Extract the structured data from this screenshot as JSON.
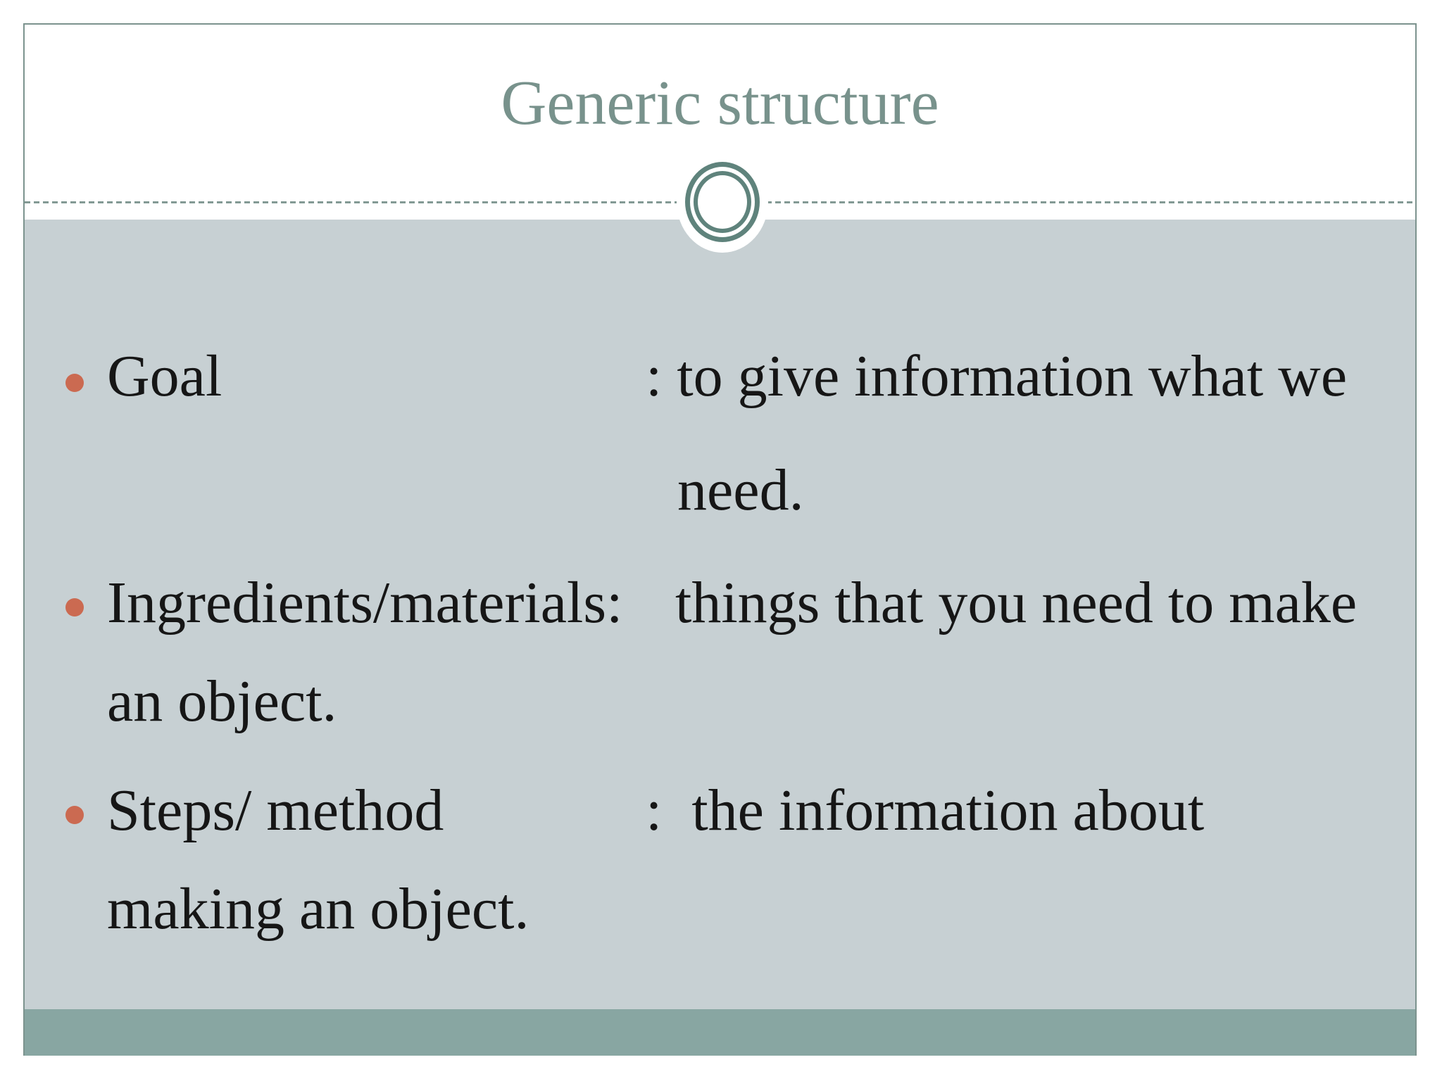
{
  "slide": {
    "title": "Generic structure",
    "bullets": [
      {
        "term": "Goal",
        "definition": ": to give information what we",
        "continuation": "need."
      },
      {
        "term": "Ingredients/materials:",
        "definition": "  things that you need to make",
        "continuation": "an object."
      },
      {
        "term": "Steps/ method",
        "definition": ":  the information about",
        "continuation": "making an object."
      }
    ],
    "colors": {
      "title-color": "#78928c",
      "ring-color": "#5f837c",
      "dash-color": "#839a94",
      "content-bg": "#c7d0d3",
      "footer-band": "#88a6a2",
      "bullet-dot": "#cb6a51",
      "body-text": "#161616",
      "slide-border": "#7c938e"
    }
  }
}
